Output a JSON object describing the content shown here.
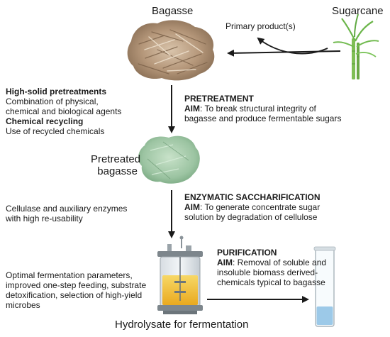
{
  "nodes": {
    "bagasse": "Bagasse",
    "sugarcane": "Sugarcane",
    "primary_product": "Primary product(s)",
    "pretreated_line1": "Pretreated",
    "pretreated_line2": "bagasse",
    "hydrolysate": "Hydrolysate for fermentation"
  },
  "left_notes": {
    "pretreatment": {
      "title1": "High-solid pretreatments",
      "line1": "Combination of physical,",
      "line2": "chemical and biological agents",
      "title2": "Chemical recycling",
      "line3": "Use of recycled chemicals"
    },
    "saccharification": {
      "line1": "Cellulase and auxiliary enzymes",
      "line2": "with high re-usability"
    },
    "fermentation": {
      "line1": "Optimal fermentation parameters,",
      "line2": "improved one-step feeding, substrate",
      "line3": "detoxification, selection of high-yield",
      "line4": "microbes"
    }
  },
  "steps": {
    "pretreatment": {
      "title": "PRETREATMENT",
      "aim_label": "AIM",
      "aim1": ": To break structural integrity of",
      "aim2": "bagasse and produce fermentable sugars"
    },
    "saccharification": {
      "title": "ENZYMATIC SACCHARIFICATION",
      "aim_label": "AIM",
      "aim1": ": To generate concentrate sugar",
      "aim2": "solution by degradation of cellulose"
    },
    "purification": {
      "title": "PURIFICATION",
      "aim_label": "AIM",
      "aim1": ": Removal of soluble and",
      "aim2": "insoluble biomass derived-",
      "aim3": "chemicals typical to bagasse"
    }
  },
  "colors": {
    "arrow": "#1a1a1a",
    "bagasse": "#b89b7e",
    "pretreated": "#9fc7a6",
    "liquid": "#f2c23a",
    "tube_liquid": "#9cc9e8",
    "leaf": "#6bb54a"
  }
}
